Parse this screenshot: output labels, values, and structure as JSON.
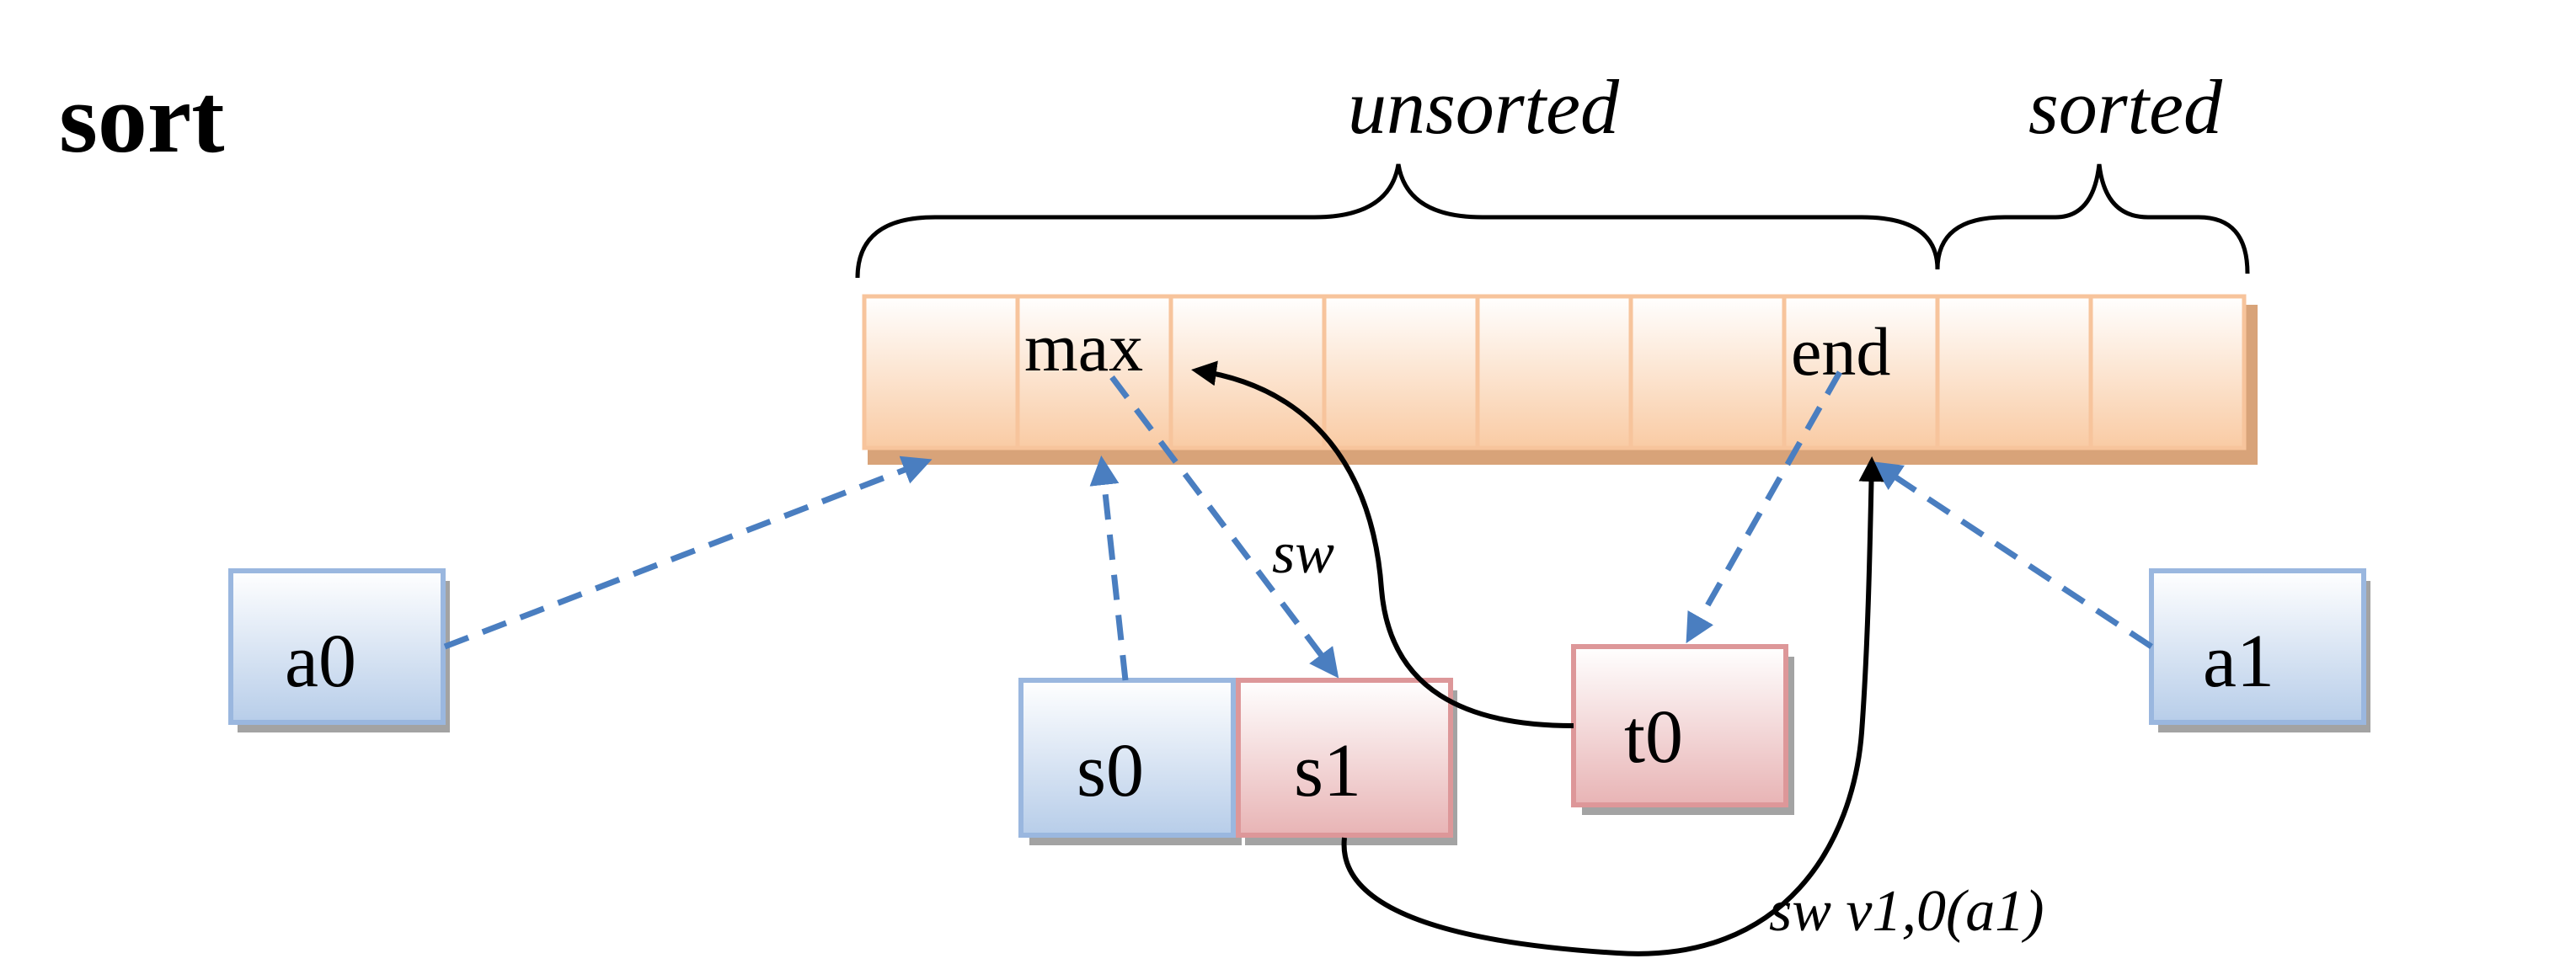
{
  "title": "sort",
  "braces": {
    "unsorted": "unsorted",
    "sorted": "sorted"
  },
  "array": {
    "cells": [
      "",
      "max",
      "",
      "",
      "",
      "",
      "end",
      "",
      ""
    ]
  },
  "registers": {
    "a0": "a0",
    "a1": "a1",
    "s0": "s0",
    "s1": "s1",
    "t0": "t0"
  },
  "edge_labels": {
    "sw": "sw",
    "sw_v1": "sw v1,0(a1)"
  },
  "colors": {
    "cell_fill_top": "#ffffff",
    "cell_fill_bottom": "#f9cba4",
    "cell_border": "#f7c49c",
    "blue_fill_top": "#ffffff",
    "blue_fill_bottom": "#b7cde9",
    "blue_border": "#9ab7df",
    "red_fill_top": "#ffffff",
    "red_fill_bottom": "#e8b4b5",
    "red_border": "#dd9799",
    "dashed_arrow": "#4a7ec0",
    "solid_arrow": "#000000"
  }
}
